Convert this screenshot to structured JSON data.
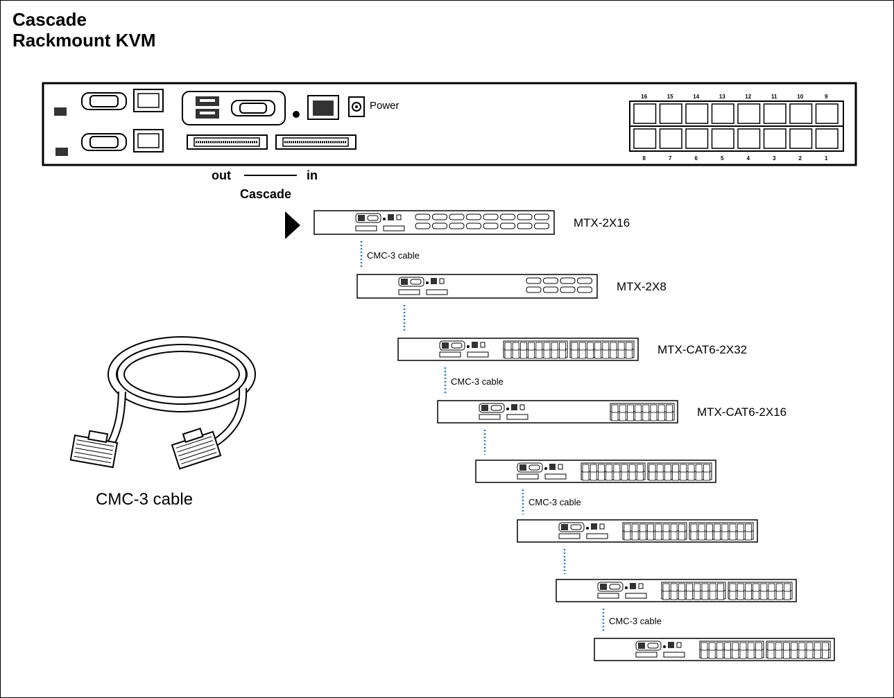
{
  "title": {
    "line1": "Cascade",
    "line2": "Rackmount KVM"
  },
  "main_unit": {
    "power_label": "Power",
    "port_numbers_top": [
      "16",
      "15",
      "14",
      "13",
      "12",
      "11",
      "10",
      "9"
    ],
    "port_numbers_bottom": [
      "8",
      "7",
      "6",
      "5",
      "4",
      "3",
      "2",
      "1"
    ]
  },
  "cascade": {
    "out_label": "out",
    "in_label": "in",
    "caption": "Cascade"
  },
  "cable_caption": "CMC-3 cable",
  "link_caption": "CMC-3 cable",
  "units": [
    {
      "name": "MTX-2X16"
    },
    {
      "name": "MTX-2X8"
    },
    {
      "name": "MTX-CAT6-2X32"
    },
    {
      "name": "MTX-CAT6-2X16"
    },
    {
      "name": ""
    },
    {
      "name": ""
    },
    {
      "name": ""
    },
    {
      "name": ""
    }
  ],
  "colors": {
    "line": "#000000",
    "dotted_link": "#1f78c8"
  },
  "icons": [
    "arrow-right-icon",
    "cable-icon",
    "power-jack-icon",
    "rj45-port-icon",
    "vga-port-icon",
    "usb-port-icon"
  ]
}
